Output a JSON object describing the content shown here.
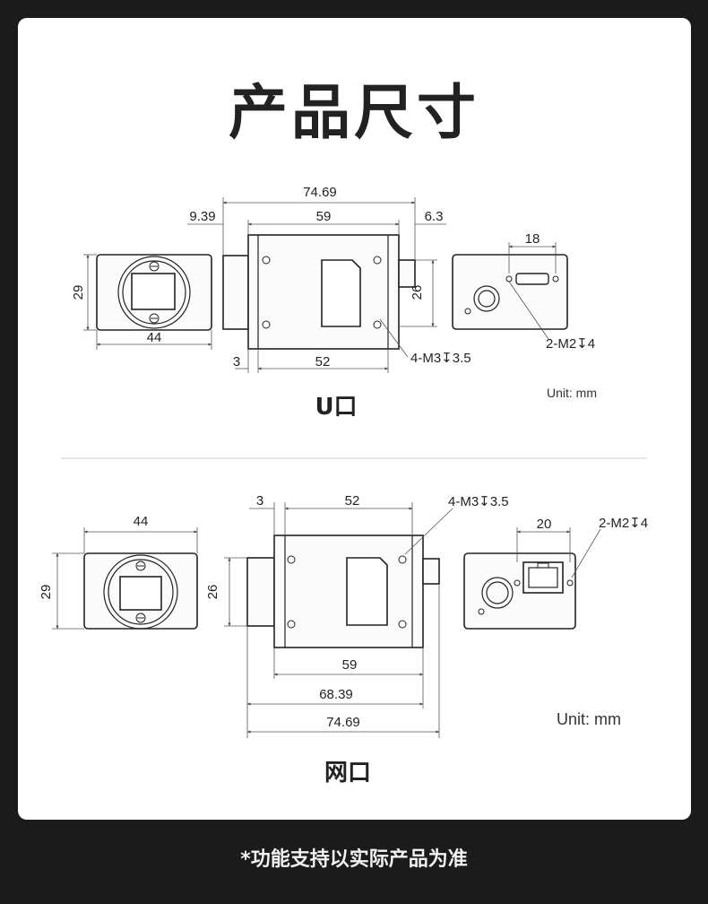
{
  "page_title": "产品尺寸",
  "footer_note": "*功能支持以实际产品为准",
  "usb": {
    "section_label": "U口",
    "unit": "Unit: mm",
    "dims": {
      "total": "74.69",
      "front": "9.39",
      "body": "59",
      "back": "6.3",
      "height": "29",
      "width": "44",
      "side_h": "26",
      "offset": "3",
      "mount_span": "52",
      "screws": "4-M3↧3.5",
      "rear_span": "18",
      "rear_screws": "2-M2↧4"
    }
  },
  "gige": {
    "section_label": "网口",
    "unit": "Unit: mm",
    "dims": {
      "width": "44",
      "height": "29",
      "offset": "3",
      "mount_span": "52",
      "screws": "4-M3↧3.5",
      "rear_span": "20",
      "rear_screws": "2-M2↧4",
      "side_h": "26",
      "body": "59",
      "mid": "68.39",
      "total": "74.69"
    }
  }
}
